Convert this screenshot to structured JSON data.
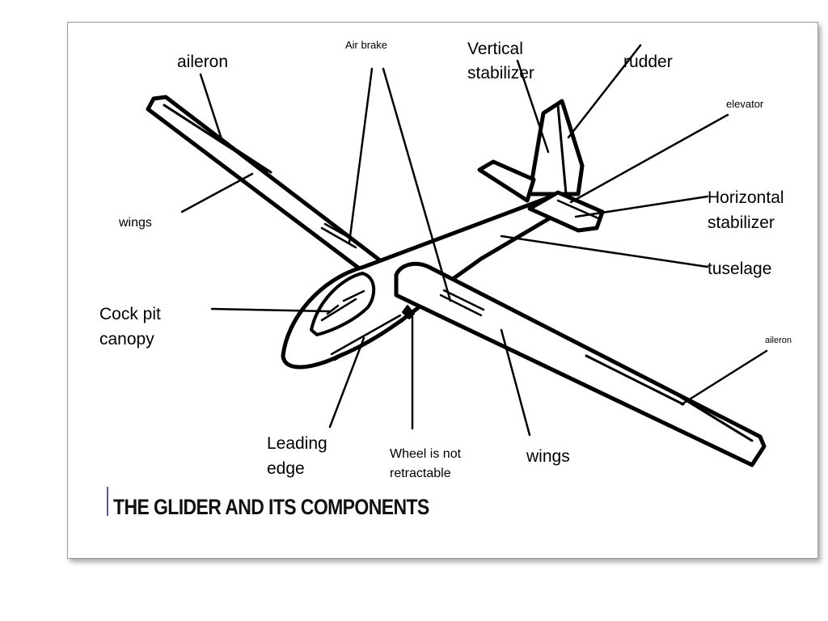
{
  "diagram": {
    "caption": "THE GLIDER AND ITS COMPONENTS",
    "labels": {
      "aileron_left": "aileron",
      "air_brake": "Air brake",
      "vertical_stabilizer_1": "Vertical",
      "vertical_stabilizer_2": "stabilizer",
      "rudder": "rudder",
      "elevator": "elevator",
      "horizontal_stabilizer_1": "Horizontal",
      "horizontal_stabilizer_2": "stabilizer",
      "fuselage": "tuselage",
      "aileron_right": "aileron",
      "wings_left": "wings",
      "cockpit_canopy_1": "Cock pit",
      "cockpit_canopy_2": "canopy",
      "leading_edge_1": "Leading",
      "leading_edge_2": "edge",
      "wheel_1": "Wheel is not",
      "wheel_2": "retractable",
      "wings_right": "wings"
    },
    "colors": {
      "line": "#000000",
      "frame": "#9a9a9a",
      "caption_mark": "#555c88"
    }
  }
}
